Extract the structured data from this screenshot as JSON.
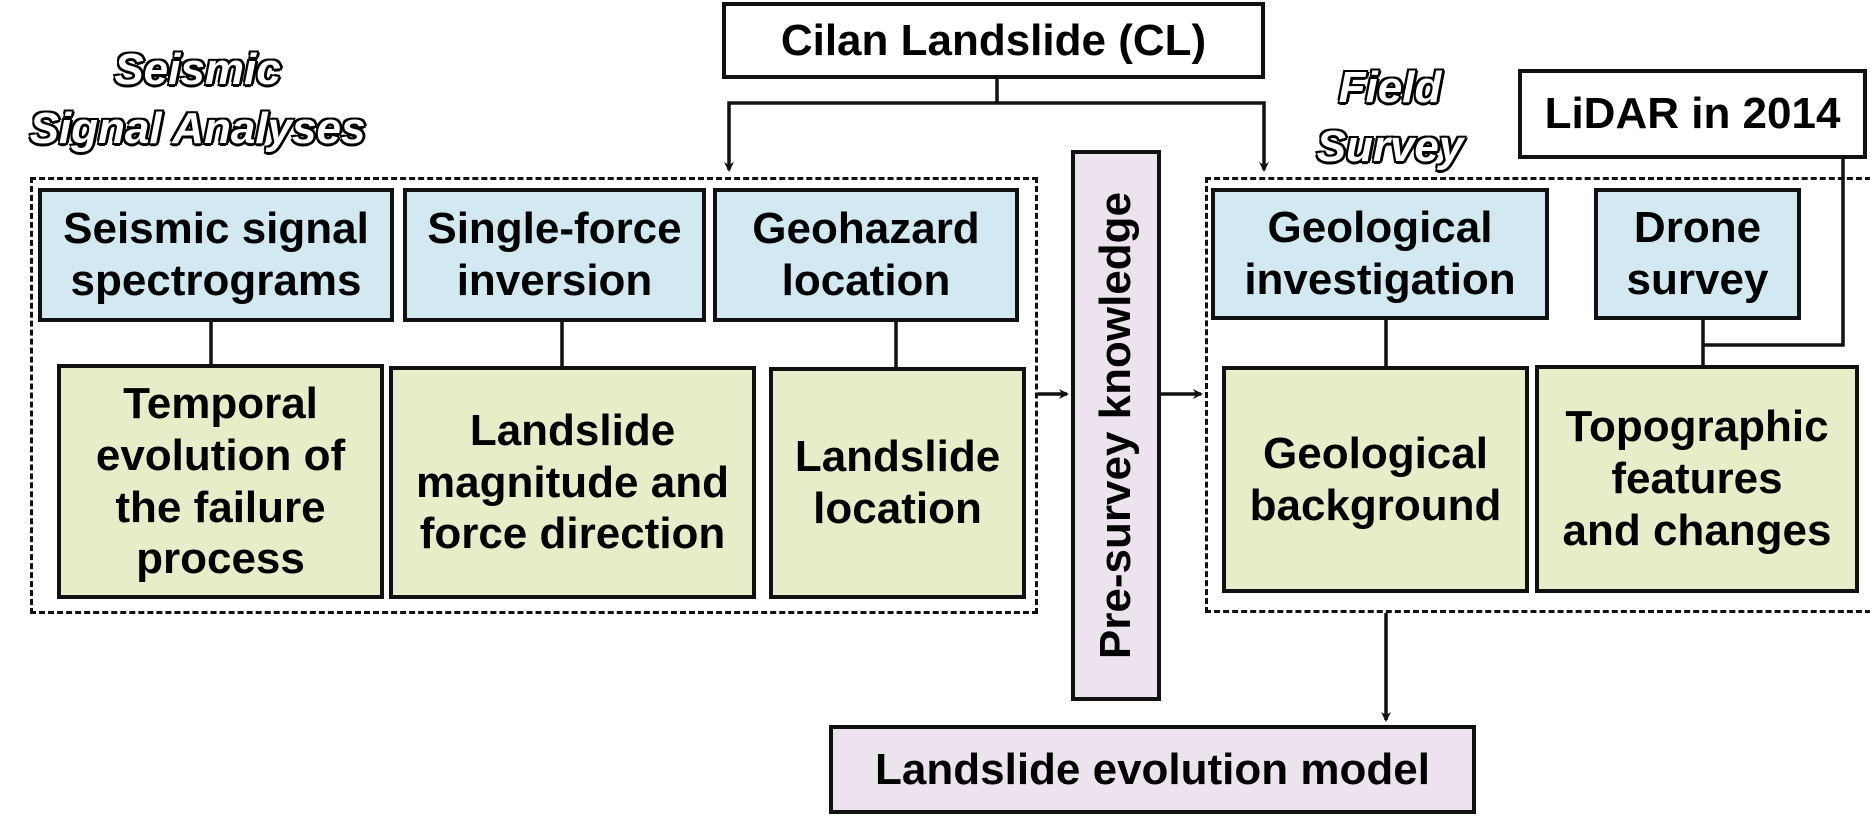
{
  "title_box": "Cilan Landslide (CL)",
  "sections": {
    "seismic": {
      "label": "Seismic\nSignal Analyses",
      "methods": [
        {
          "label": "Seismic signal\nspectrograms",
          "result": "Temporal\nevolution of\nthe failure\nprocess"
        },
        {
          "label": "Single-force\ninversion",
          "result": "Landslide\nmagnitude and\nforce direction"
        },
        {
          "label": "Geohazard\nlocation",
          "result": "Landslide\nlocation"
        }
      ]
    },
    "field": {
      "label": "Field\nSurvey",
      "methods": [
        {
          "label": "Geological\ninvestigation",
          "result": "Geological\nbackground"
        },
        {
          "label": "Drone\nsurvey",
          "result": "Topographic\nfeatures\nand changes"
        }
      ]
    }
  },
  "lidar_box": "LiDAR in 2014",
  "bridge_box": "Pre-survey knowledge",
  "output_box": "Landslide evolution model",
  "colors": {
    "method": "#d2e9f2",
    "result": "#e5edc9",
    "synthesis": "#ede3ef"
  }
}
